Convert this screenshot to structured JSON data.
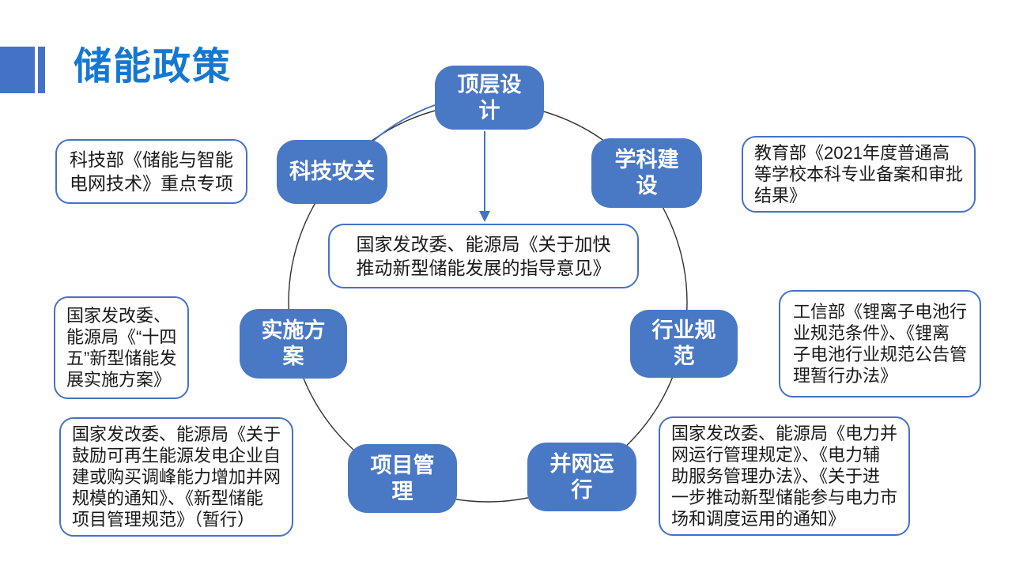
{
  "slide": {
    "title": "储能政策"
  },
  "diagram": {
    "center_policy": "国家发改委、能源局《关于加快\n推动新型储能发展的指导意见》",
    "nodes": [
      {
        "id": "top-level-design",
        "label": "顶层设\n计"
      },
      {
        "id": "discipline-construction",
        "label": "学科建\n设"
      },
      {
        "id": "tech-research",
        "label": "科技攻关"
      },
      {
        "id": "implementation-plan",
        "label": "实施方\n案"
      },
      {
        "id": "industry-standards",
        "label": "行业规\n范"
      },
      {
        "id": "project-management",
        "label": "项目管\n理"
      },
      {
        "id": "grid-operation",
        "label": "并网运\n行"
      }
    ],
    "callouts": [
      {
        "id": "tech-research-policy",
        "text": "科技部《储能与智能\n电网技术》重点专项"
      },
      {
        "id": "discipline-policy",
        "text": "教育部《2021年度普通高\n等学校本科专业备案和审批\n结果》"
      },
      {
        "id": "implementation-policy",
        "text": "国家发改委、\n能源局《“十四\n五”新型储能发\n展实施方案》"
      },
      {
        "id": "industry-policy",
        "text": "工信部《锂离子电池行\n业规范条件》、《锂离\n子电池行业规范公告管\n理暂行办法》"
      },
      {
        "id": "project-policy",
        "text": "国家发改委、能源局《关于\n鼓励可再生能源发电企业自\n建或购买调峰能力增加并网\n规模的通知》、《新型储能\n项目管理规范》（暂行）"
      },
      {
        "id": "grid-policy",
        "text": "国家发改委、能源局《电力并\n网运行管理规定》、《电力辅\n助服务管理办法》、《关于进\n一步推动新型储能参与电力市\n场和调度运用的通知》"
      }
    ]
  },
  "colors": {
    "accent_blue": "#4472C4",
    "node_fill": "#4978C5",
    "title_blue": "#1478D2",
    "circle_stroke": "#303030",
    "text_dark": "#1a1a1a"
  }
}
